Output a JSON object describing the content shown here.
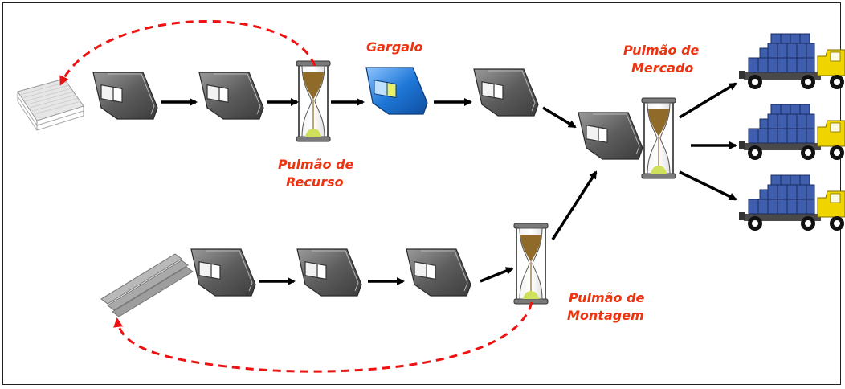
{
  "labels": {
    "bottleneck": "Gargalo",
    "resource_buffer_1": "Pulmão de",
    "resource_buffer_2": "Recurso",
    "market_buffer_1": "Pulmão de",
    "market_buffer_2": "Mercado",
    "assembly_buffer_1": "Pulmão de",
    "assembly_buffer_2": "Montagem"
  },
  "colors": {
    "label": "#ee3311",
    "rope": "#ee1111",
    "arrow": "#000000",
    "machine": "#5b5b5b",
    "bottleneck_machine": "#1f78d8",
    "boxes": "#3f5fae",
    "truck_cab": "#f0d400"
  },
  "icons": {
    "raw_material_top": "sheet-stack-icon",
    "raw_material_bottom": "bar-stock-icon",
    "machine": "machine-icon",
    "bottleneck": "bottleneck-machine-icon",
    "buffer": "hourglass-icon",
    "output": "delivery-truck-icon"
  }
}
